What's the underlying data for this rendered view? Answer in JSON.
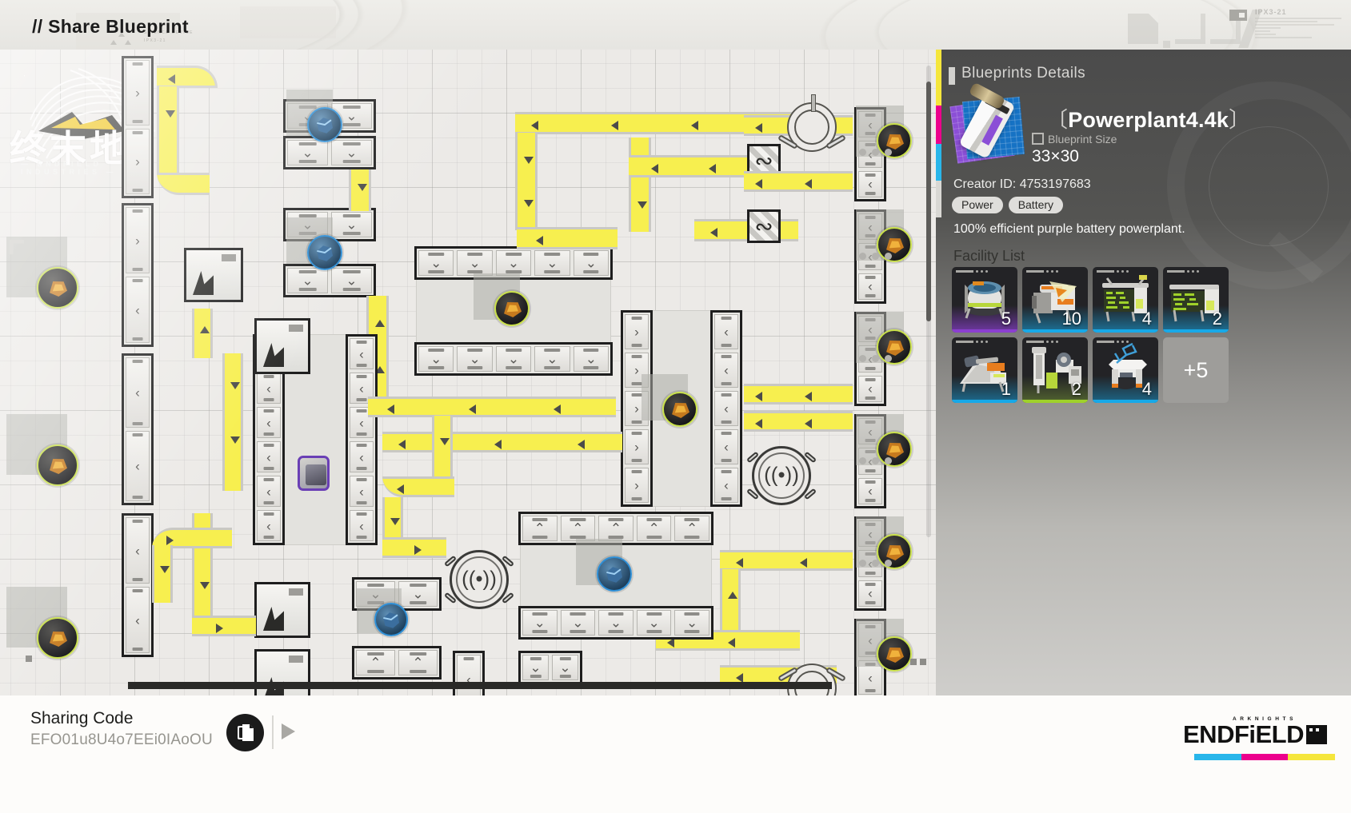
{
  "header": {
    "title": "// Share Blueprint",
    "micro_lines": [
      "SCIENCE DEVICE",
      "IPX3-21"
    ],
    "code_label": "IPX3-21",
    "code_lines": [
      "ARFIEJAS ILRAMLFAM IRUAL ILRANLFAM IRUAL ILRANLF",
      "AD DF ADFAS DF AJF",
      "KLA SKAI FAAAFLA  KLA SKAI FAAAFLA KLA SKAI",
      "ARI SMJ",
      "R  R",
      "KJ KJ",
      "WVJO OASKFJ WFVO OASKFJ"
    ]
  },
  "canvas": {
    "watermark_cn": "终末地",
    "watermark_en": "— ENDFIELD INDUSTRIES —"
  },
  "panel": {
    "title": "Blueprints Details",
    "blueprint_name": "Powerplant4.4k",
    "name_bracket_open": "〔",
    "name_bracket_close": "〕",
    "size_label": "Blueprint Size",
    "size_value": "33×30",
    "creator_label": "Creator ID:",
    "creator_id": "4753197683",
    "tags": [
      "Power",
      "Battery"
    ],
    "description": "100% efficient purple battery powerplant.",
    "facility_list_title": "Facility List",
    "facilities": [
      {
        "name": "purple-battery-reactor",
        "count": "5",
        "rarity_color": "#8b3fd0",
        "accent": "#b07cf0"
      },
      {
        "name": "conveyor-loader",
        "count": "10",
        "rarity_color": "#17a9e8",
        "accent": "#f08a1e"
      },
      {
        "name": "circuit-assembler",
        "count": "4",
        "rarity_color": "#17a9e8",
        "accent": "#9fd12a"
      },
      {
        "name": "circuit-printer",
        "count": "2",
        "rarity_color": "#17a9e8",
        "accent": "#9fd12a"
      },
      {
        "name": "ore-crusher",
        "count": "1",
        "rarity_color": "#17a9e8",
        "accent": "#f08a1e"
      },
      {
        "name": "fluid-refinery",
        "count": "2",
        "rarity_color": "#9fd12a",
        "accent": "#9fd12a"
      },
      {
        "name": "tesla-generator",
        "count": "4",
        "rarity_color": "#17a9e8",
        "accent": "#4ab8ef"
      },
      {
        "name": "more-facilities",
        "count": "+5",
        "rarity_color": "#9e9d9a",
        "accent": "#9e9d9a"
      }
    ]
  },
  "footer": {
    "sharing_code_label": "Sharing Code",
    "sharing_code_value": "EFO01u8U4o7EEi0IAoOU",
    "copy_icon": "copy-icon",
    "play_icon": "play-icon",
    "brand_small": "ARKNIGHTS",
    "brand_large": "ENDFiELD",
    "brand_cmy": [
      "#29b6ea",
      "#ec008c",
      "#f5e63c"
    ]
  },
  "colors": {
    "belt_yellow": "#f7ef4f",
    "panel_dark": "#4b4b4b",
    "rarity_purple": "#8b3fd0",
    "rarity_blue": "#17a9e8",
    "rarity_green": "#9fd12a"
  }
}
